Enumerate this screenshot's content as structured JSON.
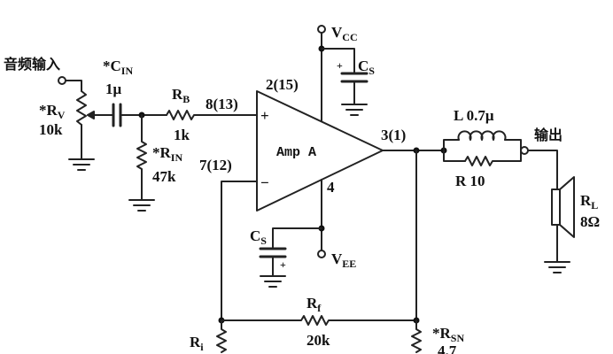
{
  "labels": {
    "input_title": "音频输入",
    "output_title": "输出",
    "vcc": "V",
    "vcc_sub": "CC",
    "vee": "V",
    "vee_sub": "EE",
    "cs_top": "C",
    "cs_top_sub": "S",
    "cs_bottom": "C",
    "cs_bottom_sub": "S",
    "cin": "*C",
    "cin_sub": "IN",
    "cin_value": "1μ",
    "rv": "*R",
    "rv_sub": "V",
    "rv_value": "10k",
    "rb": "R",
    "rb_sub": "B",
    "rb_value": "1k",
    "rin": "*R",
    "rin_sub": "IN",
    "rin_value": "47k",
    "pin_plus": "8(13)",
    "pin_minus": "7(12)",
    "pin_vcc": "2(15)",
    "pin_vee": "4",
    "pin_out": "3(1)",
    "amp_name": "Amp A",
    "plus_sign": "+",
    "minus_sign": "−",
    "inductor": "L  0.7μ",
    "r_out": "R  10",
    "rl": "R",
    "rl_sub": "L",
    "rl_value": "8Ω",
    "rf": "R",
    "rf_sub": "f",
    "rf_value": "20k",
    "ri": "R",
    "ri_sub": "i",
    "rsn": "*R",
    "rsn_sub": "SN",
    "rsn_value": "4.7"
  }
}
